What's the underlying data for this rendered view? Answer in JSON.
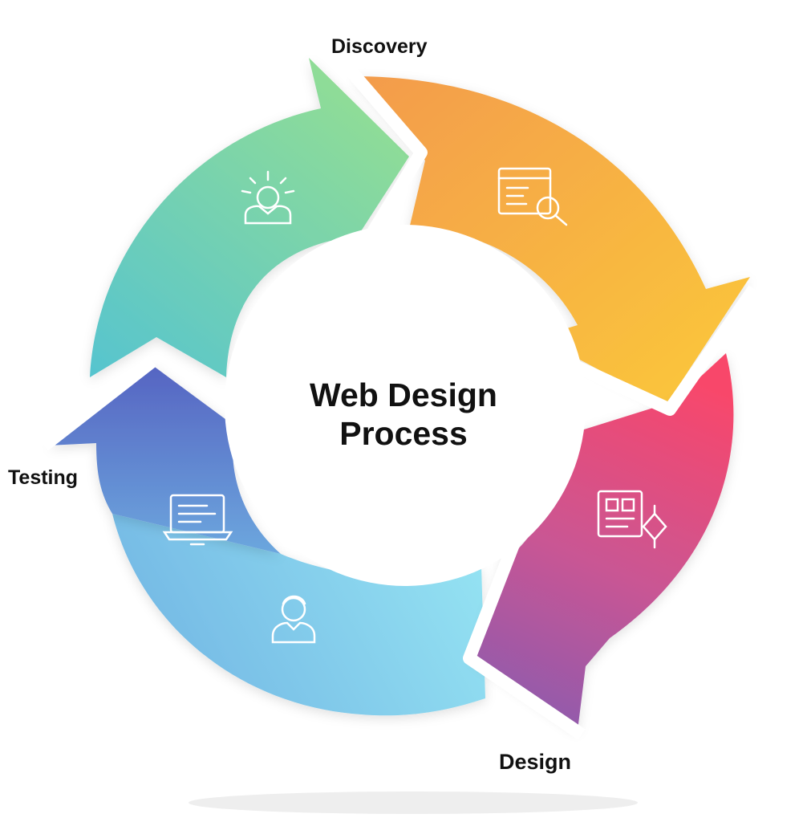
{
  "title": {
    "line1": "Web Design",
    "line2": "Process"
  },
  "stages": [
    {
      "label": "Discovery",
      "icon": "browser-search-icon"
    },
    {
      "label": "Design",
      "icon": "layout-design-icon"
    },
    {
      "label": "",
      "icon": "user-icon"
    },
    {
      "label": "Testing",
      "icon": "laptop-code-icon"
    },
    {
      "label": "",
      "icon": "idea-person-icon"
    }
  ],
  "colors": {
    "discovery_orange": "#F7A84A",
    "discovery_yellow": "#FBC93A",
    "design_pink": "#F8476B",
    "design_purple": "#8F5BAD",
    "development_cyan": "#8FDDEF",
    "testing_blue": "#5867C4",
    "ideation_teal": "#5CC9C9",
    "ideation_green": "#8EDC95"
  }
}
